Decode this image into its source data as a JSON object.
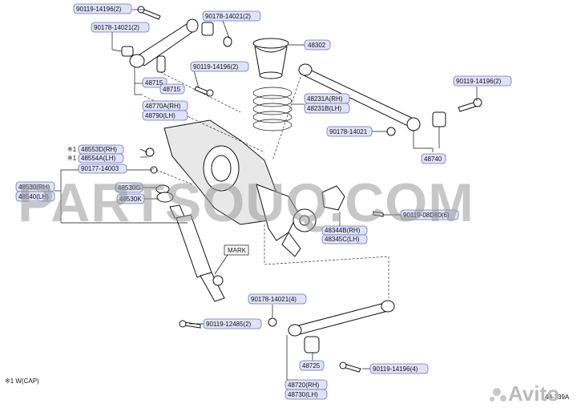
{
  "labels": {
    "p1": "90119-14196(2)",
    "p2": "90178-14021(2)",
    "p3": "90178-14021(2)",
    "p4": "48302",
    "p5": "90119-14196(2)",
    "p6": "48715",
    "p7": "48715",
    "p8": "48770A(RH)",
    "p9": "48790(LH)",
    "p10": "48231A(RH)",
    "p11": "48231B(LH)",
    "p12": "90119-14196(2)",
    "p13": "90178-14021",
    "p14": "48740",
    "p15": "48553D(RH)",
    "p16": "48554A(LH)",
    "p17": "90177-14003",
    "p18": "48530(RH)",
    "p19": "48540(LH)",
    "p20": "48530G",
    "p21": "48530K",
    "p22": "90119-08D80(6)",
    "p23": "48344B(RH)",
    "p24": "48345C(LH)",
    "p25": "MARK",
    "p26": "90178-14021(4)",
    "p27": "90119-12485(2)",
    "p28": "90119-14196(4)",
    "p29": "48725",
    "p30": "48720(RH)",
    "p31": "48730(LH)"
  },
  "marks": {
    "star1": "※1",
    "star2": "※1"
  },
  "footnote": "※1 W(CAP)",
  "diagram_id": "48-339A",
  "watermark": "PARTSOUQ.COM",
  "avito_logo": "Avito",
  "colors": {
    "label_fill": "#dfe3f7",
    "label_stroke": "#6b73c8",
    "watermark": "#9a9a9a"
  }
}
